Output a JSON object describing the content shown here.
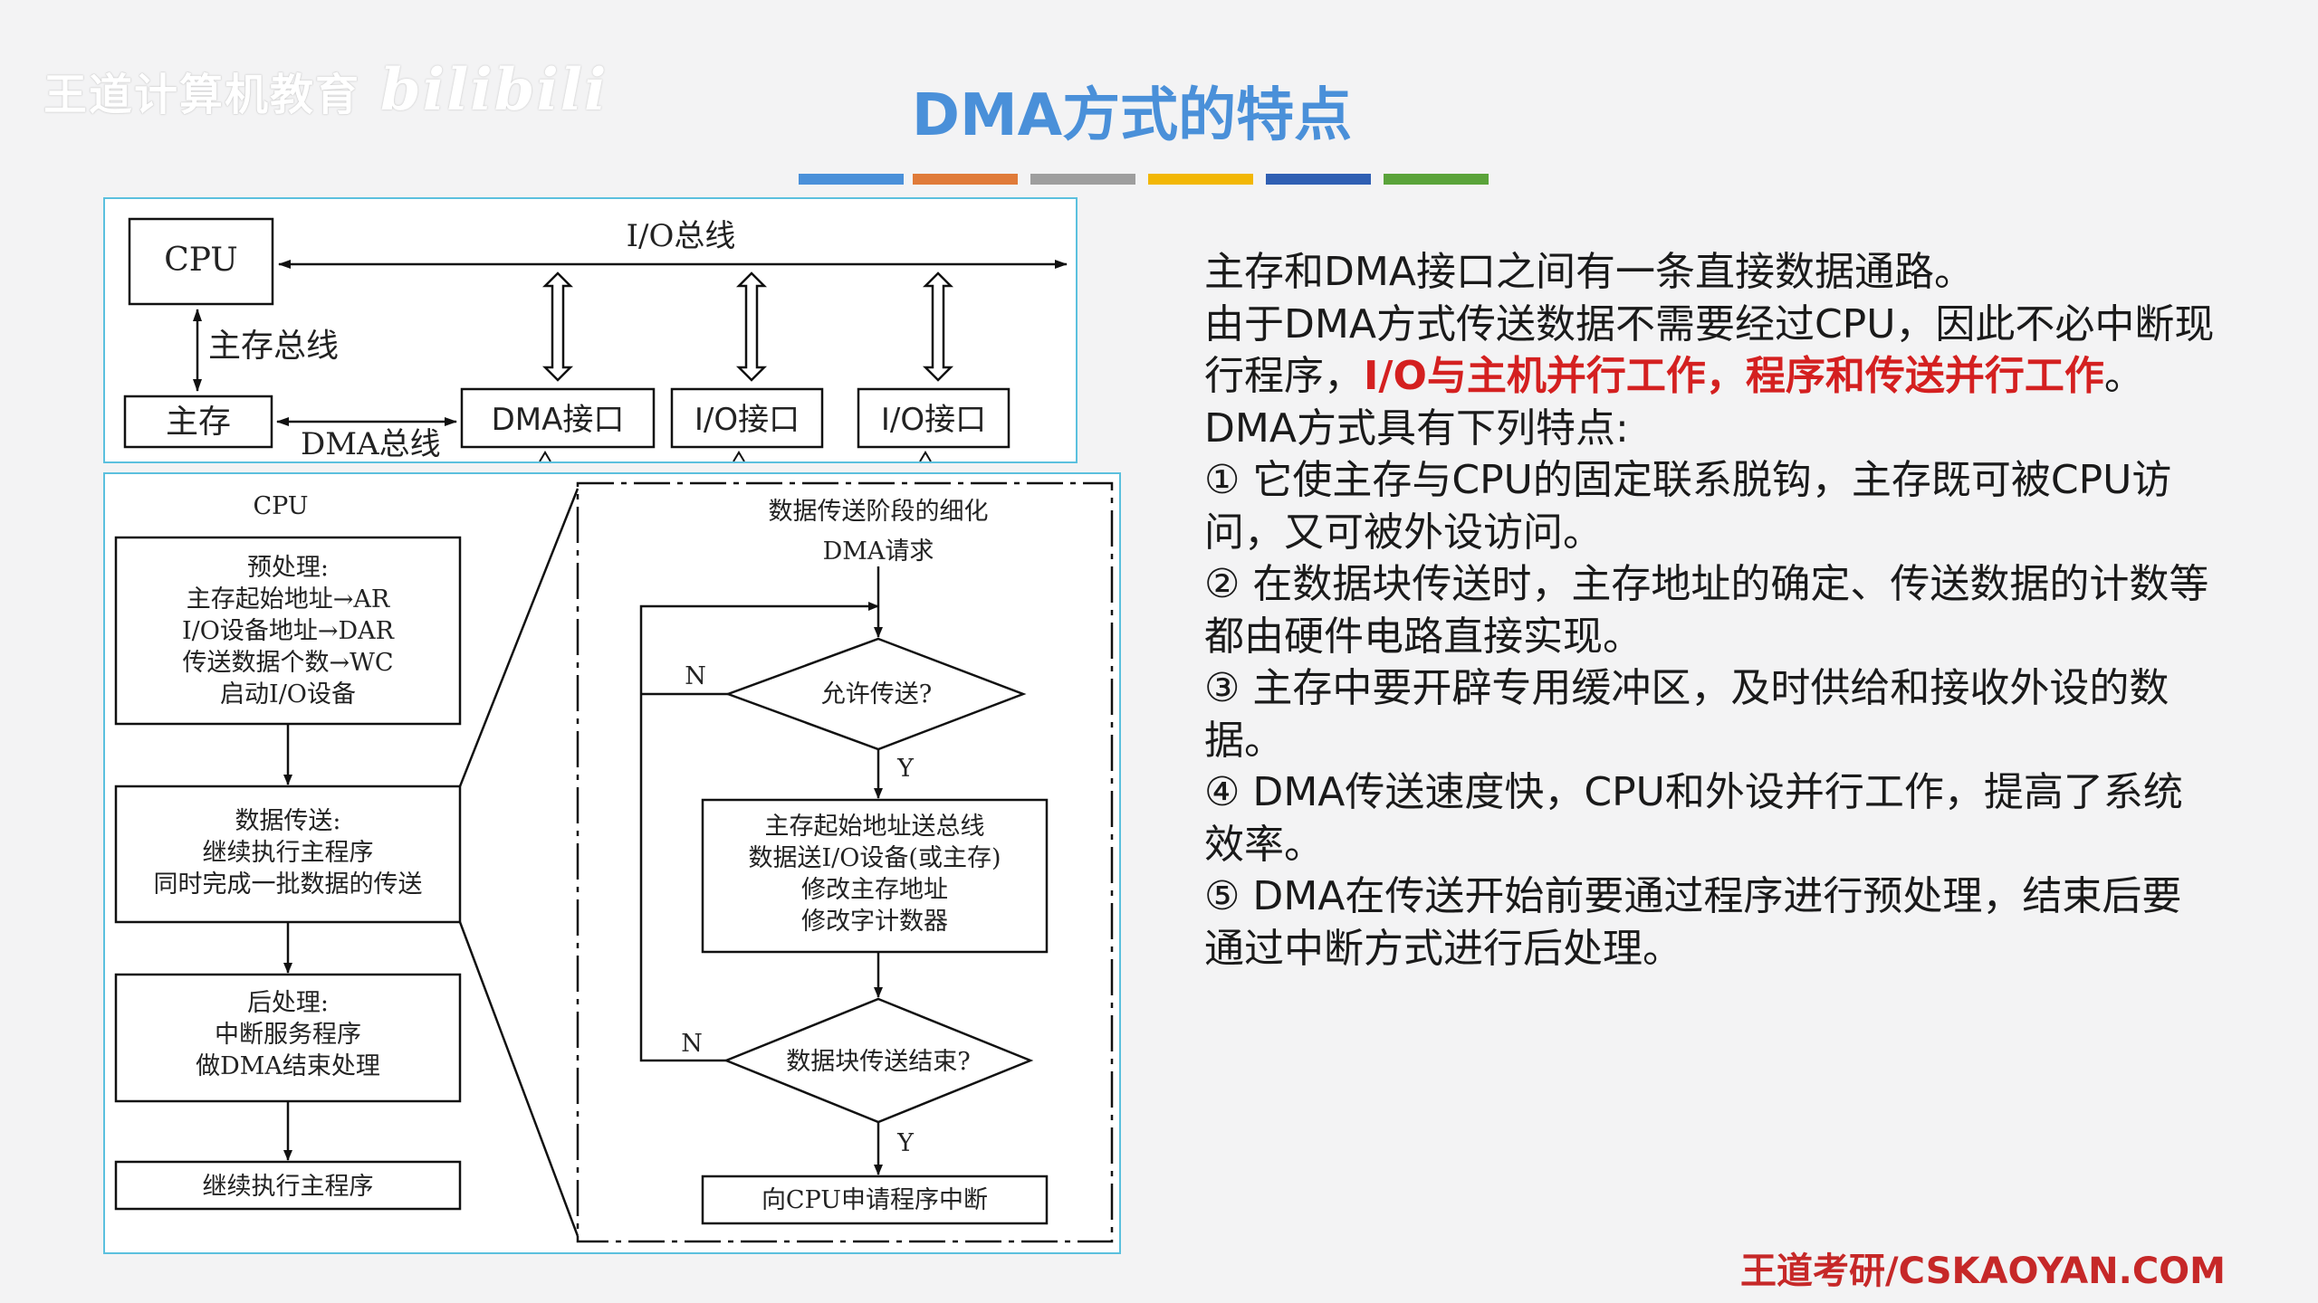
{
  "watermark": {
    "brand": "王道计算机教育",
    "bili": "bilibili"
  },
  "slide": {
    "title": "DMA方式的特点"
  },
  "colors": {
    "title": "#4a90d9",
    "highlight": "#d42020",
    "footer": "#c62828",
    "panel_border": "#5bc0de",
    "bars": [
      "#4a90d9",
      "#e07b39",
      "#9e9e9e",
      "#f2b705",
      "#2f5fb3",
      "#5aa33a"
    ]
  },
  "bus_diagram": {
    "cpu": "CPU",
    "io_bus": "I/O总线",
    "memory_bus": "主存总线",
    "memory": "主存",
    "dma_bus": "DMA总线",
    "dma_interface": "DMA接口",
    "io_interface_1": "I/O接口",
    "io_interface_2": "I/O接口"
  },
  "flowchart": {
    "cpu_label": "CPU",
    "preprocess": [
      "预处理:",
      "主存起始地址→AR",
      "I/O设备地址→DAR",
      "传送数据个数→WC",
      "启动I/O设备"
    ],
    "transfer": [
      "数据传送:",
      "继续执行主程序",
      "同时完成一批数据的传送"
    ],
    "postprocess": [
      "后处理:",
      "中断服务程序",
      "做DMA结束处理"
    ],
    "continue": "继续执行主程序",
    "detail_title": "数据传送阶段的细化",
    "dma_request": "DMA请求",
    "allow_question": "允许传送?",
    "n1": "N",
    "y1": "Y",
    "transfer_steps": [
      "主存起始地址送总线",
      "数据送I/O设备(或主存)",
      "修改主存地址",
      "修改字计数器"
    ],
    "end_question": "数据块传送结束?",
    "n2": "N",
    "y2": "Y",
    "interrupt_request": "向CPU申请程序中断"
  },
  "content": {
    "p1": "主存和DMA接口之间有一条直接数据通路。",
    "p2_start": "由于DMA方式传送数据不需要经过CPU，因此不必中断现行程序，",
    "p2_highlight": "I/O与主机并行工作，程序和传送并行工作",
    "p2_end": "。",
    "p3": "DMA方式具有下列特点:",
    "p4": "① 它使主存与CPU的固定联系脱钩，主存既可被CPU访问，又可被外设访问。",
    "p5": "② 在数据块传送时，主存地址的确定、传送数据的计数等都由硬件电路直接实现。",
    "p6": "③ 主存中要开辟专用缓冲区，及时供给和接收外设的数据。",
    "p7": "④  DMA传送速度快，CPU和外设并行工作，提高了系统效率。",
    "p8": "⑤  DMA在传送开始前要通过程序进行预处理，结束后要通过中断方式进行后处理。"
  },
  "footer": {
    "site": "王道考研/CSKAOYAN.COM"
  }
}
